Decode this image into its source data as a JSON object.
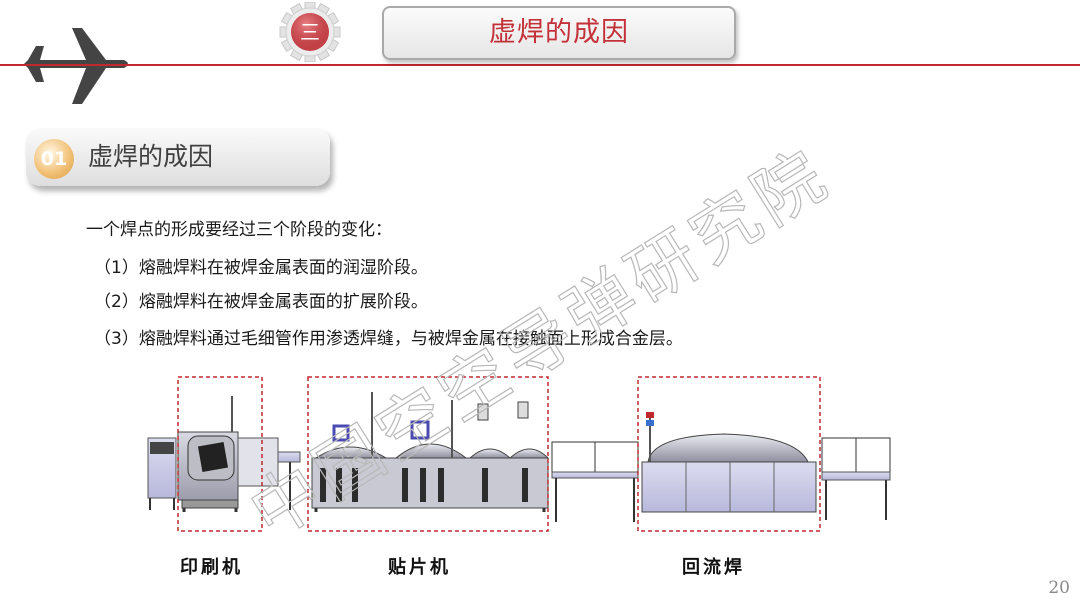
{
  "header": {
    "chapter_numeral": "三",
    "title": "虚焊的成因",
    "accent_color": "#c0282e",
    "icon": "airplane-icon"
  },
  "section": {
    "badge": "01",
    "heading": "虚焊的成因"
  },
  "body": {
    "intro": "一个焊点的形成要经过三个阶段的变化：",
    "stages": [
      "（1）熔融焊料在被焊金属表面的润湿阶段。",
      "（2）熔融焊料在被焊金属表面的扩展阶段。",
      "（3）熔融焊料通过毛细管作用渗透焊缝，与被焊金属在接触面上形成合金层。"
    ]
  },
  "figure": {
    "captions": [
      "印刷机",
      "贴片机",
      "回流焊"
    ]
  },
  "watermark": "中国空空导弹研究院",
  "page_number": "20"
}
